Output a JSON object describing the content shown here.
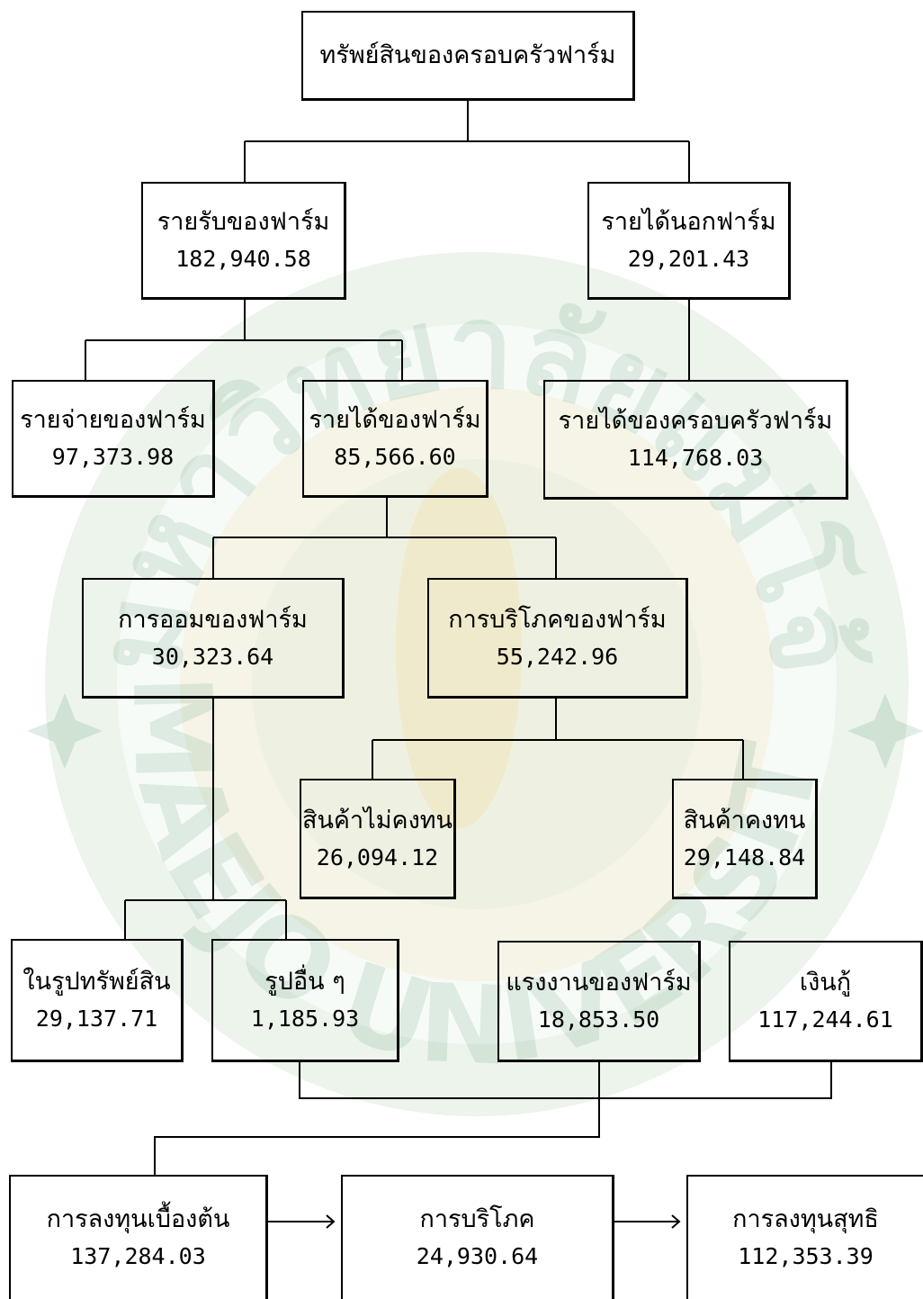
{
  "nodes": {
    "root": {
      "title": "ทรัพย์สินของครอบครัวฟาร์ม"
    },
    "farm_income": {
      "title": "รายรับของฟาร์ม",
      "value": "182,940.58"
    },
    "off_farm_income": {
      "title": "รายได้นอกฟาร์ม",
      "value": "29,201.43"
    },
    "farm_expense": {
      "title": "รายจ่ายของฟาร์ม",
      "value": "97,373.98"
    },
    "farm_revenue": {
      "title": "รายได้ของฟาร์ม",
      "value": "85,566.60"
    },
    "family_farm_income": {
      "title": "รายได้ของครอบครัวฟาร์ม",
      "value": "114,768.03"
    },
    "farm_saving": {
      "title": "การออมของฟาร์ม",
      "value": "30,323.64"
    },
    "farm_consumption": {
      "title": "การบริโภคของฟาร์ม",
      "value": "55,242.96"
    },
    "nondurable_goods": {
      "title": "สินค้าไม่คงทน",
      "value": "26,094.12"
    },
    "durable_goods": {
      "title": "สินค้าคงทน",
      "value": "29,148.84"
    },
    "asset_form": {
      "title": "ในรูปทรัพย์สิน",
      "value": "29,137.71"
    },
    "other_form": {
      "title": "รูปอื่น ๆ",
      "value": "1,185.93"
    },
    "farm_labor": {
      "title": "แรงงานของฟาร์ม",
      "value": "18,853.50"
    },
    "loan": {
      "title": "เงินกู้",
      "value": "117,244.61"
    },
    "initial_investment": {
      "title": "การลงทุนเบื้องต้น",
      "value": "137,284.03"
    },
    "consumption": {
      "title": "การบริโภค",
      "value": "24,930.64"
    },
    "net_investment": {
      "title": "การลงทุนสุทธิ",
      "value": "112,353.39"
    }
  },
  "watermark": {
    "text_top": "มหาวิทยาลัยแม่โจ้",
    "text_bottom": "MAEJO UNIVERSITY",
    "color": "#2e7d4f",
    "accent": "#e6c24a"
  }
}
